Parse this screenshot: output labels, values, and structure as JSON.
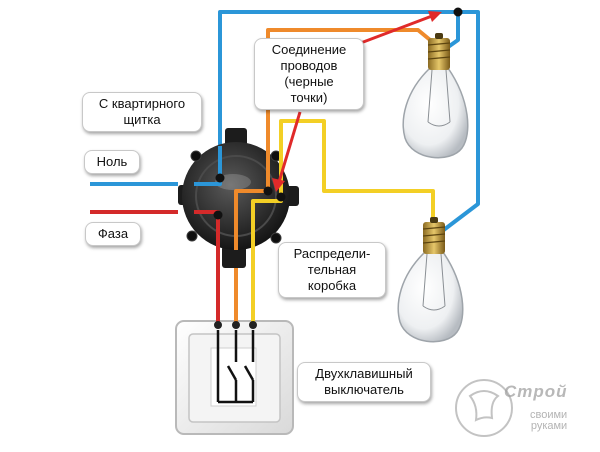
{
  "labels": {
    "connection_note": "Соединение\nпроводов\n(черные\nточки)",
    "from_panel": "С квартирного\nщитка",
    "neutral": "Ноль",
    "phase": "Фаза",
    "distribution_box": "Распредели-\nтельная\nкоробка",
    "double_switch": "Двухклавишный\nвыключатель"
  },
  "watermark": {
    "brand": "Строй",
    "tagline": "своими\nруками"
  },
  "colors": {
    "neutral_wire": "#2b96d8",
    "phase_wire": "#d42a2a",
    "orange_wire": "#ef8a2b",
    "yellow_wire": "#f3cf25",
    "arrow": "#e02a2a",
    "box": "#2a2a2a"
  }
}
